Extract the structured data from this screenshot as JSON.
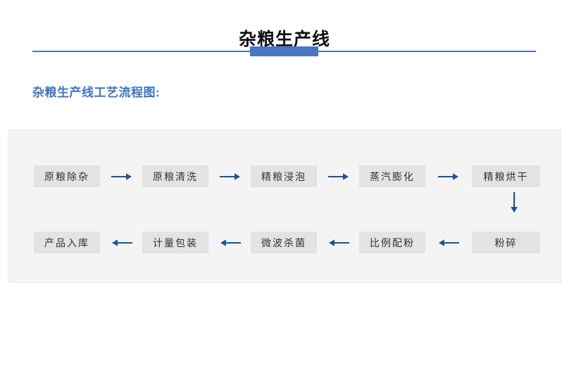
{
  "header": {
    "title": "杂粮生产线",
    "accent_color": "#4777c0",
    "rule_color": "#4777c0"
  },
  "subtitle": {
    "text": "杂粮生产线工艺流程图:",
    "color": "#3f74c8"
  },
  "flowchart": {
    "panel_background": "#f4f4f4",
    "node_background": "#e3e3e3",
    "node_text_color": "#333333",
    "arrow_color": "#17559d",
    "row1": {
      "nodes": [
        {
          "label": "原粮除杂"
        },
        {
          "label": "原粮清洗"
        },
        {
          "label": "精粮浸泡"
        },
        {
          "label": "蒸汽膨化"
        },
        {
          "label": "精粮烘干"
        }
      ],
      "arrows": [
        {
          "icon": "arrow-right-icon",
          "glyph": "→"
        },
        {
          "icon": "arrow-right-icon",
          "glyph": "→"
        },
        {
          "icon": "arrow-right-icon",
          "glyph": "→"
        },
        {
          "icon": "arrow-right-icon",
          "glyph": "→"
        }
      ]
    },
    "connector": {
      "icon": "arrow-down-icon",
      "glyph": "↓"
    },
    "row2": {
      "nodes": [
        {
          "label": "产品入库"
        },
        {
          "label": "计量包装"
        },
        {
          "label": "微波杀菌"
        },
        {
          "label": "比例配粉"
        },
        {
          "label": "粉碎"
        }
      ],
      "arrows": [
        {
          "icon": "arrow-left-icon",
          "glyph": "←"
        },
        {
          "icon": "arrow-left-icon",
          "glyph": "←"
        },
        {
          "icon": "arrow-left-icon",
          "glyph": "←"
        },
        {
          "icon": "arrow-left-icon",
          "glyph": "←"
        }
      ]
    }
  }
}
